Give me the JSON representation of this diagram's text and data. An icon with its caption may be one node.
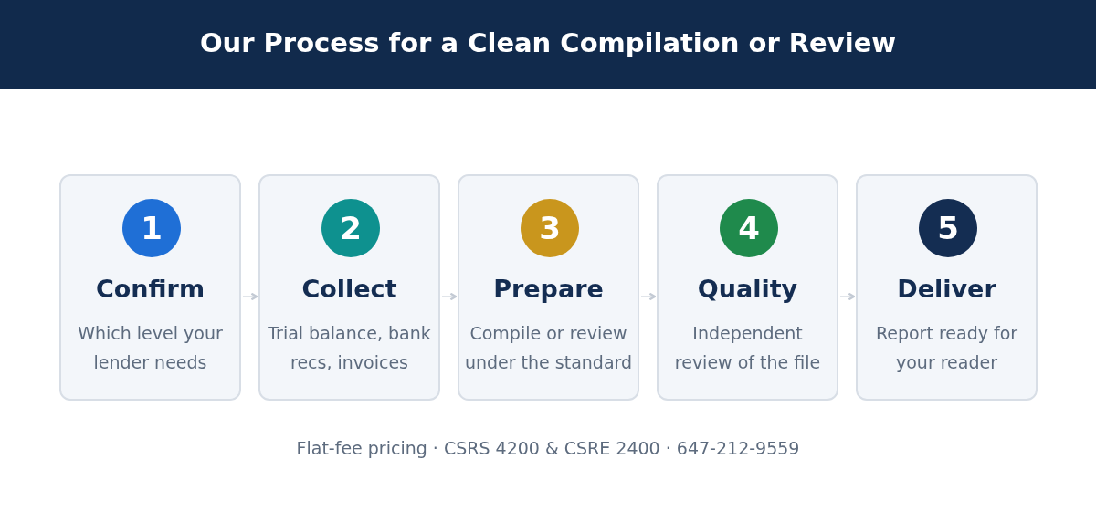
{
  "diagram": {
    "title": "Our Process for a Clean Compilation or Review",
    "nodes": [
      {
        "text": [
          "Confirm",
          "Which level your lender needs"
        ]
      },
      {
        "text": [
          "1"
        ],
        "in": 0
      },
      {
        "text": [
          "Collect",
          "Trial balance, bank recs, invoices"
        ]
      },
      {
        "text": [
          "2"
        ],
        "in": 2
      },
      {
        "text": [
          "Prepare",
          "Compile or review under the standard"
        ]
      },
      {
        "text": [
          "3"
        ],
        "in": 4
      },
      {
        "text": [
          "Quality",
          "Independent review of the file"
        ]
      },
      {
        "text": [
          "4"
        ],
        "in": 6
      },
      {
        "text": [
          "Deliver",
          "Report ready for your reader"
        ]
      },
      {
        "text": [
          "5"
        ],
        "in": 8
      }
    ],
    "edges": [
      {
        "from": 0,
        "to": 2,
        "arrow": "to"
      },
      {
        "from": 2,
        "to": 4,
        "arrow": "to"
      },
      {
        "from": 4,
        "to": 6,
        "arrow": "to"
      },
      {
        "from": 6,
        "to": 8,
        "arrow": "to"
      }
    ],
    "labels": [
      "Flat-fee pricing · CSRS 4200 & CSRE 2400 · 647-212-9559"
    ]
  }
}
